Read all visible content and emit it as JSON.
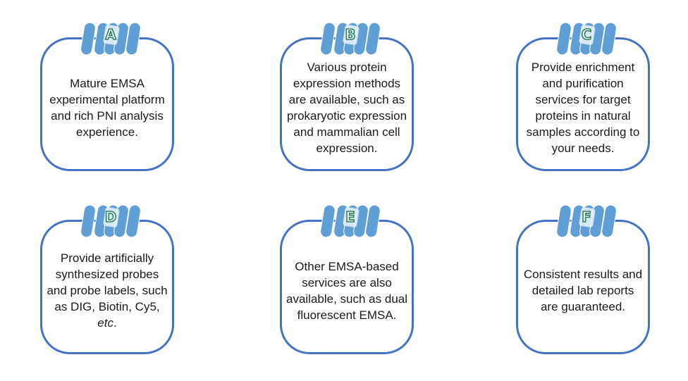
{
  "figure": {
    "description": "Six lettered feature cards (A-F) in a 2x3 grid, each a rounded square with a blue coil ribbon badge on top"
  },
  "colors": {
    "card_border": "#4472C4",
    "ribbon_fill": "#5F9FD6",
    "ribbon_gap": "#FFFFFF",
    "letter_outline": "#1E6A4C",
    "letter_fill": "#DCEFE6",
    "body_text": "#1A1A1A",
    "background": "#FFFFFF"
  },
  "cards": [
    {
      "label": "A",
      "text": "Mature EMSA experimental platform and rich PNI analysis experience."
    },
    {
      "label": "B",
      "text": "Various protein expression methods are available, such as prokaryotic expression and mammalian cell expression."
    },
    {
      "label": "C",
      "text": "Provide enrichment and purification services for target proteins in natural samples according to your needs."
    },
    {
      "label": "D",
      "text_parts": {
        "before": "Provide artificially synthesized probes and probe labels, such as DIG, Biotin, Cy5, ",
        "italic": "etc",
        "after": "."
      }
    },
    {
      "label": "E",
      "text": "Other EMSA-based services are also available, such as dual fluorescent EMSA."
    },
    {
      "label": "F",
      "text": "Consistent results and detailed lab reports are guaranteed."
    }
  ]
}
